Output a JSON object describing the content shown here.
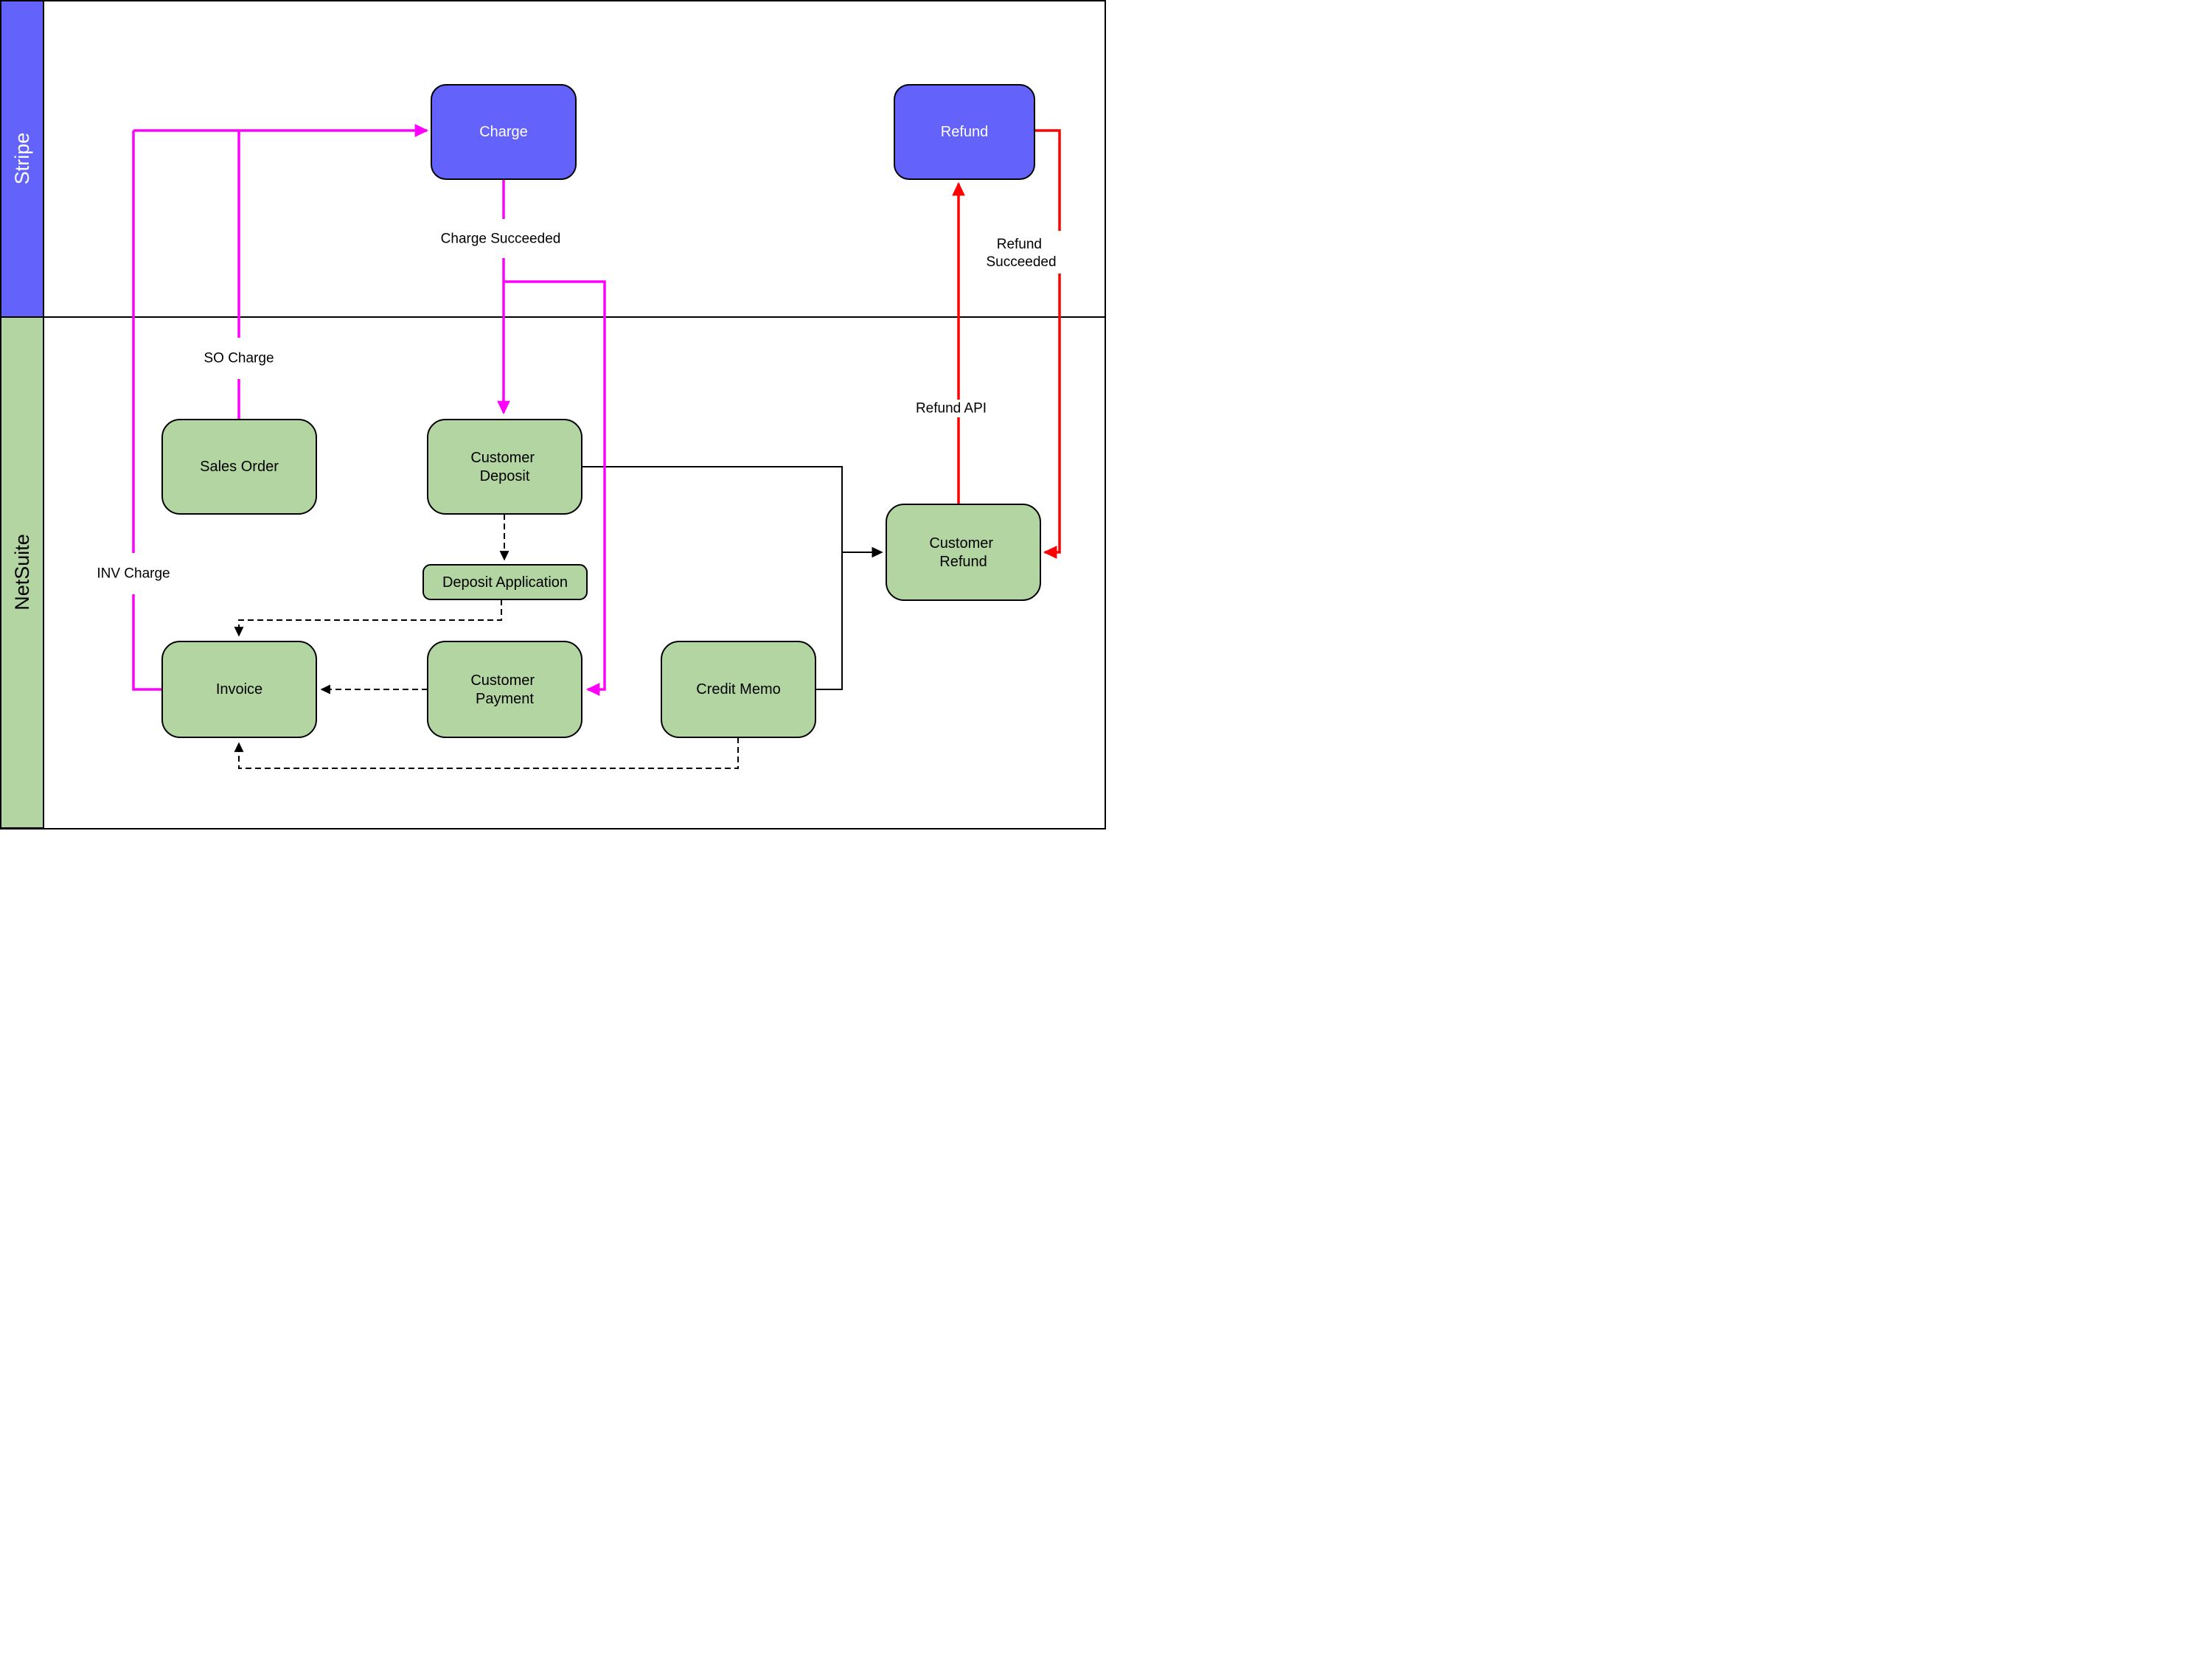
{
  "diagram": {
    "lanes": {
      "stripe": {
        "label": "Stripe",
        "band_color": "#6362FB",
        "text_color": "#ffffff"
      },
      "netsuite": {
        "label": "NetSuite",
        "band_color": "#B2D5A2",
        "text_color": "#000000"
      }
    },
    "nodes": {
      "charge": {
        "label": "Charge",
        "lane": "stripe",
        "fill": "#6362FB"
      },
      "refund": {
        "label": "Refund",
        "lane": "stripe",
        "fill": "#6362FB"
      },
      "sales_order": {
        "label": "Sales Order",
        "lane": "netsuite",
        "fill": "#B2D5A2"
      },
      "customer_deposit": {
        "lines": [
          "Customer",
          "Deposit"
        ],
        "lane": "netsuite",
        "fill": "#B2D5A2"
      },
      "deposit_application": {
        "label": "Deposit Application",
        "lane": "netsuite",
        "fill": "#B2D5A2"
      },
      "invoice": {
        "label": "Invoice",
        "lane": "netsuite",
        "fill": "#B2D5A2"
      },
      "customer_payment": {
        "lines": [
          "Customer",
          "Payment"
        ],
        "lane": "netsuite",
        "fill": "#B2D5A2"
      },
      "credit_memo": {
        "label": "Credit Memo",
        "lane": "netsuite",
        "fill": "#B2D5A2"
      },
      "customer_refund": {
        "lines": [
          "Customer",
          "Refund"
        ],
        "lane": "netsuite",
        "fill": "#B2D5A2"
      }
    },
    "edge_labels": {
      "so_charge": "SO Charge",
      "inv_charge": "INV Charge",
      "charge_succeeded": "Charge Succeeded",
      "refund_api": "Refund API",
      "refund_succeeded_lines": [
        "Refund",
        "Succeeded"
      ]
    },
    "edge_colors": {
      "charge_flow": "#FF00FF",
      "refund_flow": "#FF0000",
      "link": "#000000"
    },
    "edges": [
      {
        "from": "sales_order",
        "to": "charge",
        "label": "SO Charge",
        "color": "#FF00FF",
        "style": "solid"
      },
      {
        "from": "invoice",
        "to": "charge",
        "label": "INV Charge",
        "color": "#FF00FF",
        "style": "solid"
      },
      {
        "from": "charge",
        "to": "customer_deposit",
        "label": "Charge Succeeded",
        "color": "#FF00FF",
        "style": "solid"
      },
      {
        "from": "charge",
        "to": "customer_payment",
        "label": "Charge Succeeded",
        "color": "#FF00FF",
        "style": "solid"
      },
      {
        "from": "customer_refund",
        "to": "refund",
        "label": "Refund API",
        "color": "#FF0000",
        "style": "solid"
      },
      {
        "from": "refund",
        "to": "customer_refund",
        "label": "Refund Succeeded",
        "color": "#FF0000",
        "style": "solid"
      },
      {
        "from": "customer_deposit",
        "to": "customer_refund",
        "label": "",
        "color": "#000000",
        "style": "solid"
      },
      {
        "from": "credit_memo",
        "to": "customer_refund",
        "label": "",
        "color": "#000000",
        "style": "solid"
      },
      {
        "from": "customer_deposit",
        "to": "deposit_application",
        "label": "",
        "color": "#000000",
        "style": "dashed"
      },
      {
        "from": "deposit_application",
        "to": "invoice",
        "label": "",
        "color": "#000000",
        "style": "dashed"
      },
      {
        "from": "customer_payment",
        "to": "invoice",
        "label": "",
        "color": "#000000",
        "style": "dashed"
      },
      {
        "from": "credit_memo",
        "to": "invoice",
        "label": "",
        "color": "#000000",
        "style": "dashed"
      }
    ]
  }
}
